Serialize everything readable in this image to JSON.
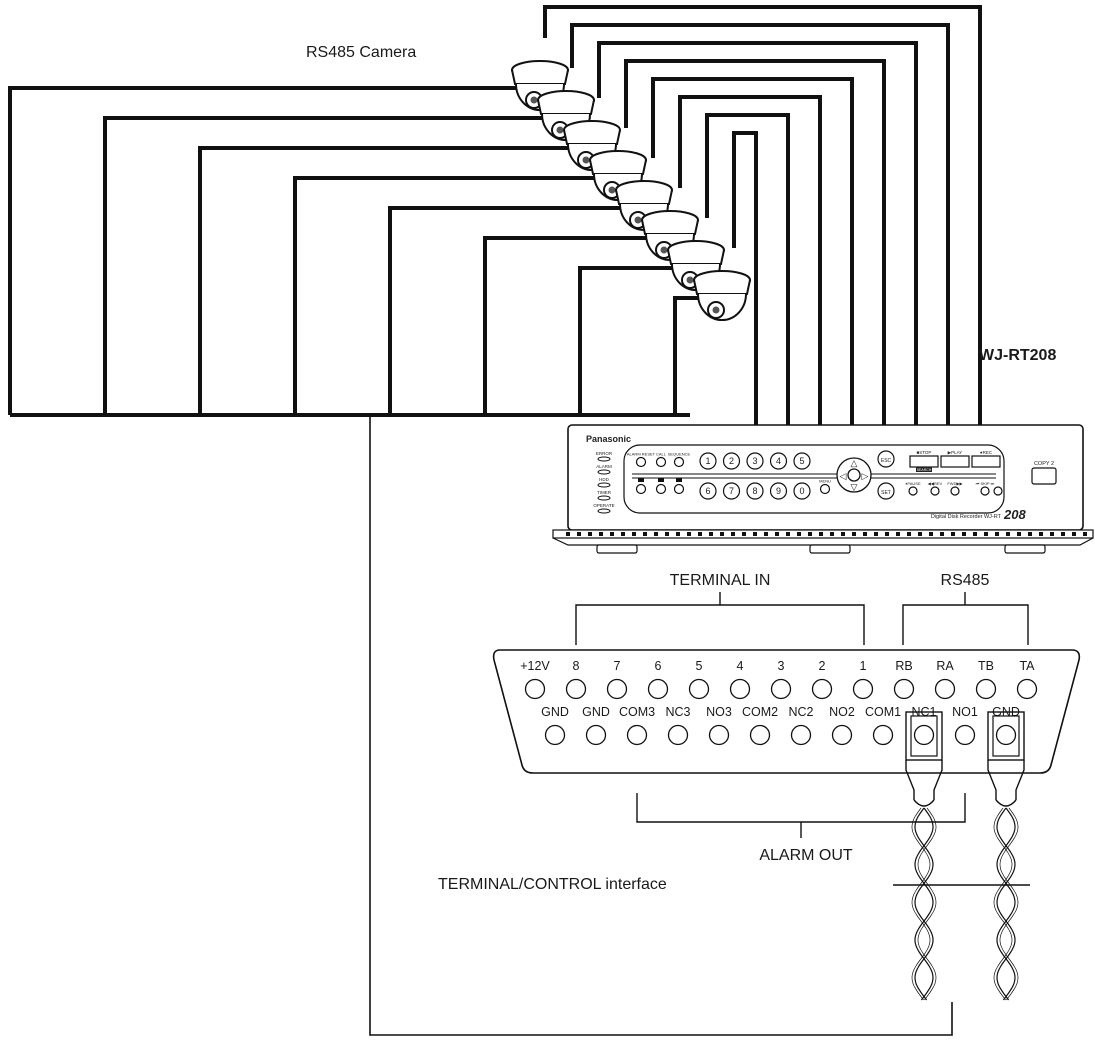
{
  "labels": {
    "camera": "RS485 Camera",
    "model": "WJ-RT208",
    "terminal_in": "TERMINAL IN",
    "rs485": "RS485",
    "alarm_out": "ALARM OUT",
    "interface": "TERMINAL/CONTROL interface"
  },
  "recorder": {
    "brand": "Panasonic",
    "model_text": "Digital Disk Recorder WJ-RT",
    "model_num": "208",
    "leds": [
      "ERROR",
      "ALARM",
      "HDD",
      "TIMER",
      "OPERATE"
    ],
    "top_buttons": [
      "ALARM RESET",
      "CALL",
      "SEQUENCE"
    ],
    "digits_top": [
      "1",
      "2",
      "3",
      "4",
      "5"
    ],
    "digits_bottom": [
      "6",
      "7",
      "8",
      "9",
      "0"
    ],
    "menu": "MENU",
    "esc": "ESC",
    "set": "SET",
    "stop": "■STOP",
    "play": "▶PLAY",
    "rec": "●REC",
    "search": "SEARCH",
    "pause": "⏸PAUSE",
    "rev": "◀◀REV",
    "fwd": "FWD▶▶",
    "skip": "⏮ SKIP ⏭",
    "copy": "COPY 2"
  },
  "connector": {
    "top_row": [
      "+12V",
      "8",
      "7",
      "6",
      "5",
      "4",
      "3",
      "2",
      "1",
      "RB",
      "RA",
      "TB",
      "TA"
    ],
    "bottom_row": [
      "GND",
      "GND",
      "COM3",
      "NC3",
      "NO3",
      "COM2",
      "NC2",
      "NO2",
      "COM1",
      "NC1",
      "NO1",
      "GND"
    ]
  }
}
